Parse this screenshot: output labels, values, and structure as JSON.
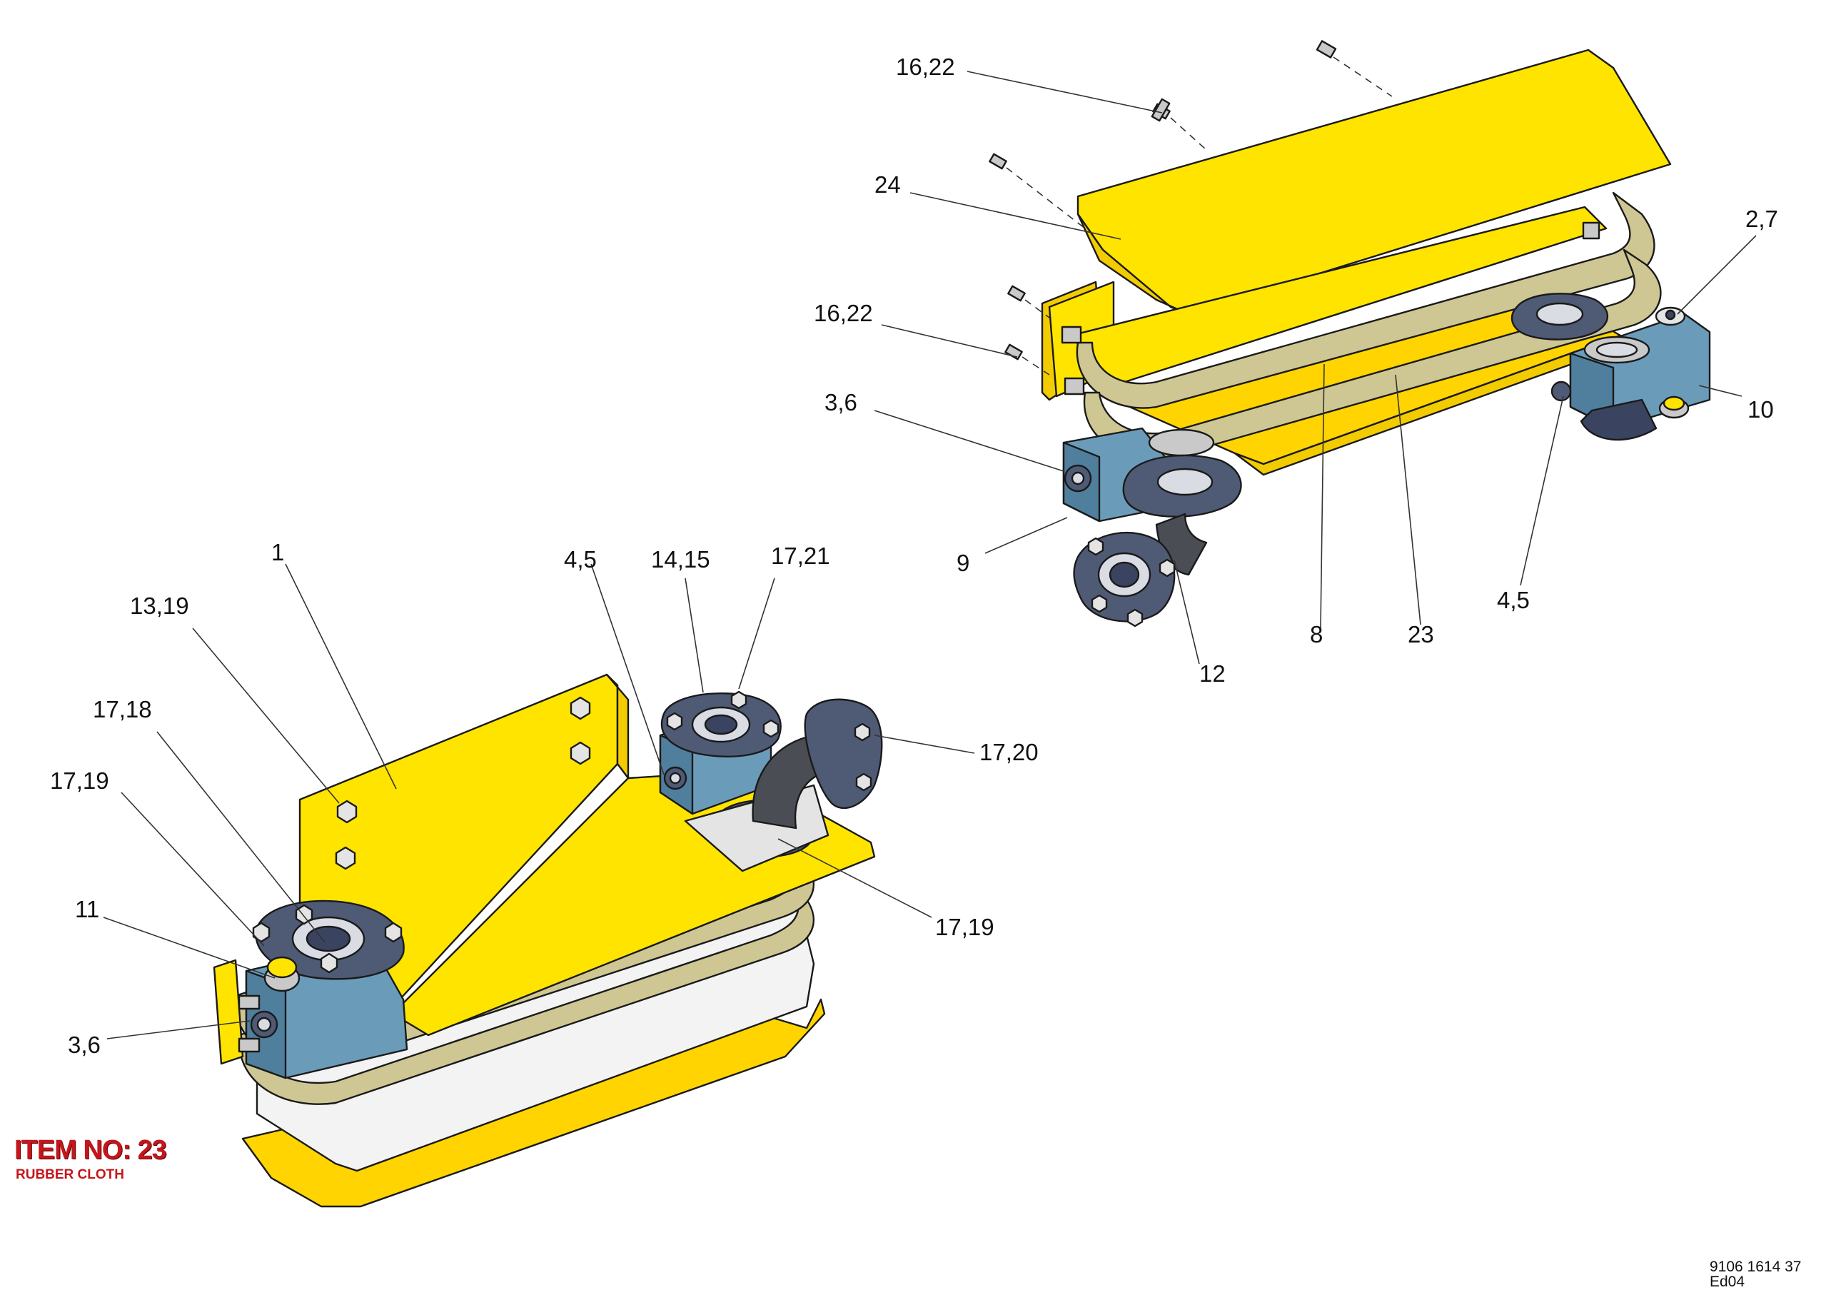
{
  "item_banner": {
    "item_no": "ITEM NO: 23",
    "description": "RUBBER CLOTH"
  },
  "document_code": "9106 1614 37 Ed04",
  "callouts": {
    "c1": "1",
    "c13_19": "13,19",
    "c17_18": "17,18",
    "c17_19_left": "17,19",
    "c11": "11",
    "c3_6_left": "3,6",
    "c4_5_left": "4,5",
    "c14_15": "14,15",
    "c17_21": "17,21",
    "c17_20": "17,20",
    "c17_19_right": "17,19",
    "c16_22_top": "16,22",
    "c24": "24",
    "c16_22_mid": "16,22",
    "c3_6_right": "3,6",
    "c9": "9",
    "c12": "12",
    "c8": "8",
    "c23": "23",
    "c4_5_right": "4,5",
    "c10": "10",
    "c2_7": "2,7"
  },
  "colors": {
    "yellow_plate": "#ffe400",
    "blue_block": "#6a9cba",
    "flange": "#4f5a75",
    "hose": "#4a4e54",
    "guard_bar": "#cfc793",
    "item_text": "#c4161c"
  }
}
